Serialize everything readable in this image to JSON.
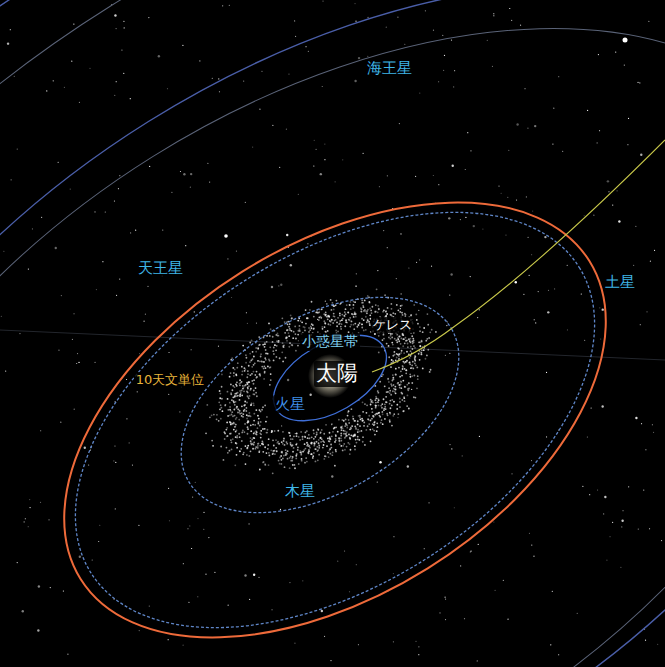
{
  "diagram": {
    "labels": [
      "海王星",
      "天王星",
      "土星",
      "10天文単位",
      "小惑星帯",
      "ケレス",
      "太陽",
      "火星",
      "木星"
    ]
  }
}
